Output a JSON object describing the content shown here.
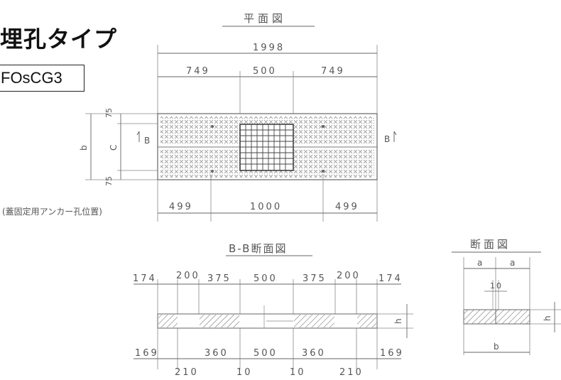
{
  "title": "埋孔タイプ",
  "model": "FOsCG3",
  "plan_view": {
    "label": "平面図",
    "overall": "1998",
    "top_dims": [
      "749",
      "500",
      "749"
    ],
    "bottom_dims": [
      "499",
      "1000",
      "499"
    ],
    "left_dims": [
      "75",
      "b",
      "C",
      "75"
    ],
    "section_marks": [
      "B",
      "B"
    ],
    "anchor_note": "(蓋固定用アンカー孔位置)"
  },
  "bb_section": {
    "label": "B-B断面図",
    "top_dims": [
      "174",
      "200",
      "375",
      "500",
      "375",
      "200",
      "174"
    ],
    "bottom_dims_row1": [
      "169",
      "360",
      "500",
      "360",
      "169"
    ],
    "bottom_dims_row2": [
      "210",
      "10",
      "10",
      "210"
    ],
    "height": "h"
  },
  "cross_section": {
    "label": "断面図",
    "top_dims": [
      "a",
      "a"
    ],
    "gap": "10",
    "height": "h",
    "width": "b"
  },
  "colors": {
    "line": "#666666",
    "hatch": "#8a8a8a",
    "text": "#555555"
  }
}
